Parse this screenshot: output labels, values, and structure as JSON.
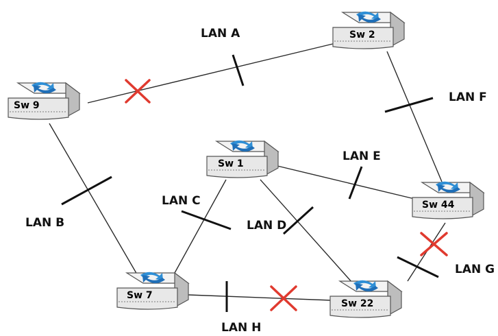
{
  "switches": [
    {
      "id": "sw9",
      "label": "Sw 9"
    },
    {
      "id": "sw2",
      "label": "Sw 2"
    },
    {
      "id": "sw1",
      "label": "Sw 1"
    },
    {
      "id": "sw44",
      "label": "Sw 44"
    },
    {
      "id": "sw7",
      "label": "Sw 7"
    },
    {
      "id": "sw22",
      "label": "Sw 22"
    }
  ],
  "lans": [
    {
      "id": "lan_a",
      "label": "LAN A",
      "between": [
        "Sw 9",
        "Sw 2"
      ],
      "blocked": true
    },
    {
      "id": "lan_b",
      "label": "LAN B",
      "between": [
        "Sw 9",
        "Sw 7"
      ],
      "blocked": false
    },
    {
      "id": "lan_c",
      "label": "LAN C",
      "between": [
        "Sw 1",
        "Sw 7"
      ],
      "blocked": false
    },
    {
      "id": "lan_d",
      "label": "LAN D",
      "between": [
        "Sw 1",
        "Sw 22"
      ],
      "blocked": false
    },
    {
      "id": "lan_e",
      "label": "LAN E",
      "between": [
        "Sw 1",
        "Sw 44"
      ],
      "blocked": false
    },
    {
      "id": "lan_f",
      "label": "LAN F",
      "between": [
        "Sw 2",
        "Sw 44"
      ],
      "blocked": false
    },
    {
      "id": "lan_g",
      "label": "LAN G",
      "between": [
        "Sw 44",
        "Sw 22"
      ],
      "blocked": true
    },
    {
      "id": "lan_h",
      "label": "LAN H",
      "between": [
        "Sw 7",
        "Sw 22"
      ],
      "blocked": true
    }
  ],
  "colors": {
    "link": "#2a2a2a",
    "blocked_marker": "#e03a2f",
    "switch_arrow": "#2f8fd6",
    "switch_body": "#f3f3f3"
  }
}
